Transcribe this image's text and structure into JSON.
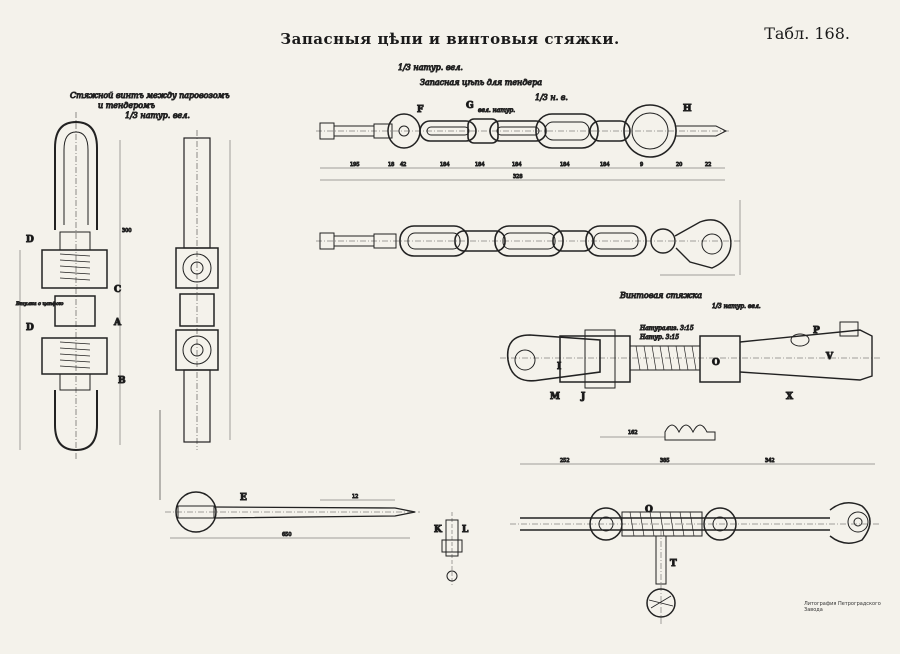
{
  "header": {
    "title": "Запасныя цѣпи и винтовыя стяжки.",
    "plate_number": "Табл. 168."
  },
  "footer": {
    "printer_note": "Литография Петроградского Завода"
  },
  "annotations": {
    "left_view_caption_1": "Стяжной винтъ между паровозомъ",
    "left_view_caption_2": "и тендеромъ",
    "left_view_caption_3": "1/3 натур. вел.",
    "top_scale": "1/3 натур. вел.",
    "chain_caption": "Запасная цѣпь для тендера",
    "chain_scale": "1/3 н. в.",
    "g_scale": "вел. натур.",
    "coupler_caption": "Винтовая стяжка",
    "coupler_scale": "1/3 натур. вел.",
    "right_note_1": "Натурализ. 3:15",
    "right_note_2": "Натур. 3:15",
    "left_small_note": "Втулка с цапфою"
  },
  "letters": {
    "D1": "D",
    "C": "C",
    "A": "A",
    "D2": "D",
    "B": "B",
    "F": "F",
    "G": "G",
    "H": "H",
    "E": "E",
    "K": "K",
    "L": "L",
    "P": "P",
    "V": "V",
    "I": "I",
    "O1": "O",
    "M": "M",
    "J": "J",
    "X": "X",
    "O2": "O",
    "T": "T"
  },
  "dimensions": {
    "d195": "195",
    "d18": "18",
    "d42": "42",
    "d184a": "184",
    "d184b": "184",
    "d184c": "184",
    "d184d": "184",
    "d9": "9",
    "d20": "20",
    "d22": "22",
    "d328": "328",
    "d650": "650",
    "d162": "162",
    "d252": "252",
    "d385": "385",
    "d342": "342",
    "d300": "300",
    "d12": "12"
  }
}
